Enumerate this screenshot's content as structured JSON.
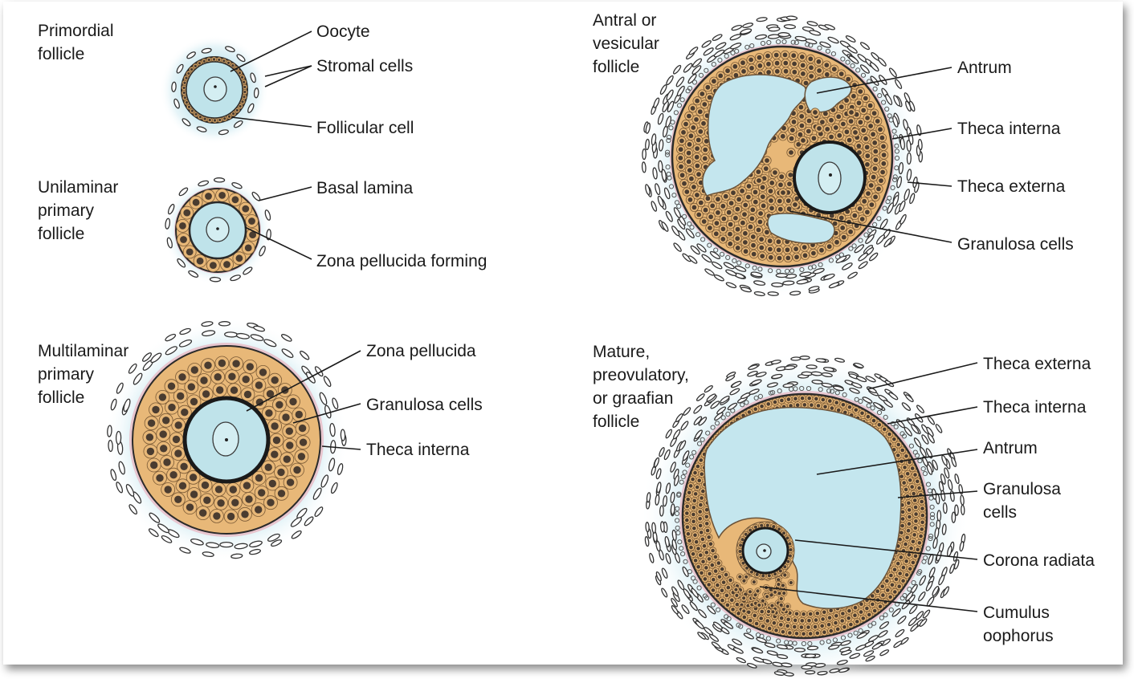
{
  "stages": [
    {
      "key": "primordial",
      "title": "Primordial\nfollicle",
      "labels": {
        "oocyte": "Oocyte",
        "stromal": "Stromal cells",
        "follicular": "Follicular cell"
      }
    },
    {
      "key": "unilaminar",
      "title": "Unilaminar\nprimary\nfollicle",
      "labels": {
        "basal": "Basal lamina",
        "zona_forming": "Zona pellucida forming"
      }
    },
    {
      "key": "multilaminar",
      "title": "Multilaminar\nprimary\nfollicle",
      "labels": {
        "zona": "Zona pellucida",
        "granulosa": "Granulosa cells",
        "theca_interna": "Theca interna"
      }
    },
    {
      "key": "antral",
      "title": "Antral or\nvesicular\nfollicle",
      "labels": {
        "antrum": "Antrum",
        "theca_interna": "Theca interna",
        "theca_externa": "Theca externa",
        "granulosa": "Granulosa cells"
      }
    },
    {
      "key": "mature",
      "title": "Mature,\npreovulatory,\nor graafian\nfollicle",
      "labels": {
        "theca_externa": "Theca externa",
        "theca_interna": "Theca interna",
        "antrum": "Antrum",
        "granulosa_1": "Granulosa",
        "granulosa_2": "cells",
        "corona": "Corona radiata",
        "cumulus_1": "Cumulus",
        "cumulus_2": "oophorus"
      }
    }
  ],
  "colors": {
    "granulosa_fill": "#e8b878",
    "cell_nucleus": "#4a3c30",
    "oocyte_fill": "#bfe3ea",
    "antrum_fill": "#c4e6ee",
    "halo": "#d3edf3",
    "theca_pink": "#e8c6cf",
    "outline": "#2a2a2a"
  }
}
